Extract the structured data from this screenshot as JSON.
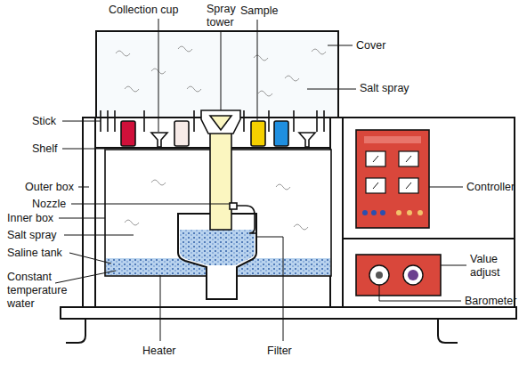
{
  "diagram": {
    "labels": [
      "Collection cup",
      "Spray tower",
      "Sample",
      "Cover",
      "Salt spray",
      "Stick",
      "Shelf",
      "Outer box",
      "Nozzle",
      "Inner box",
      "Salt spray",
      "Saline tank",
      "Constant temperature water",
      "Controller",
      "Value adjust",
      "Barometer",
      "Heater",
      "Filter"
    ]
  }
}
